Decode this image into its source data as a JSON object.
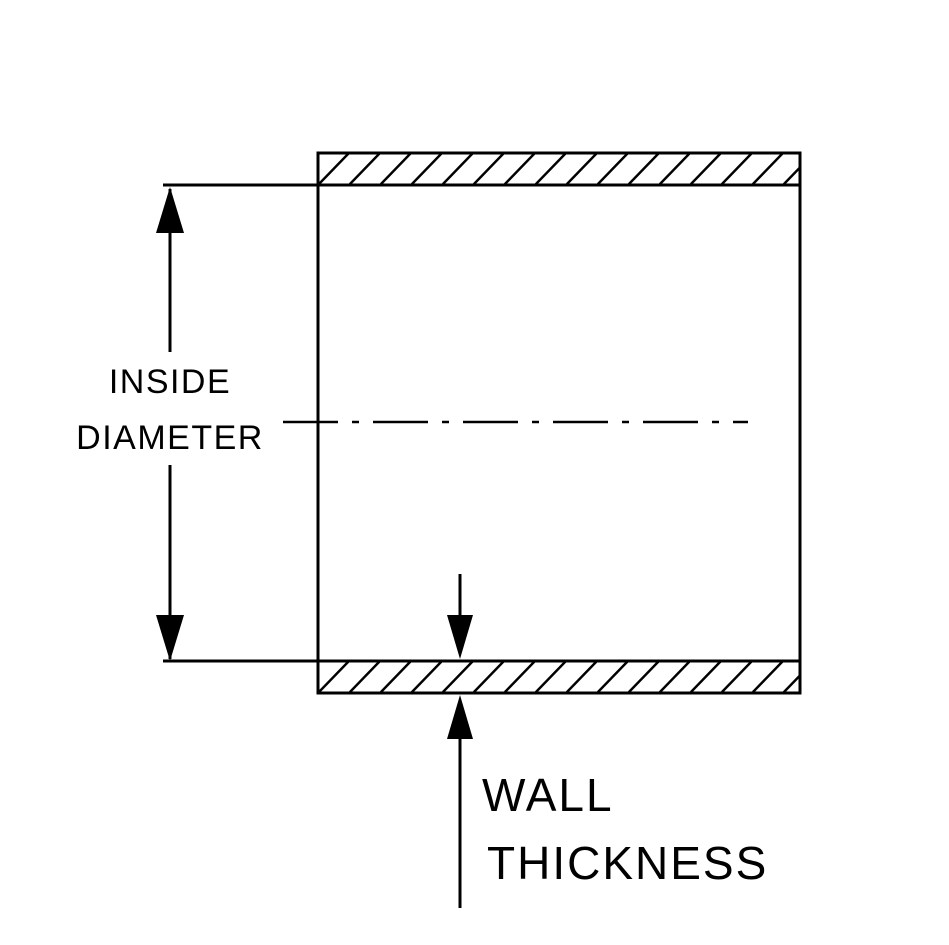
{
  "diagram": {
    "type": "technical-cross-section",
    "labels": {
      "inside_diameter_line1": "INSIDE",
      "inside_diameter_line2": "DIAMETER",
      "wall_thickness_line1": "WALL",
      "wall_thickness_line2": "THICKNESS"
    },
    "colors": {
      "line": "#000000",
      "background": "#ffffff"
    }
  }
}
